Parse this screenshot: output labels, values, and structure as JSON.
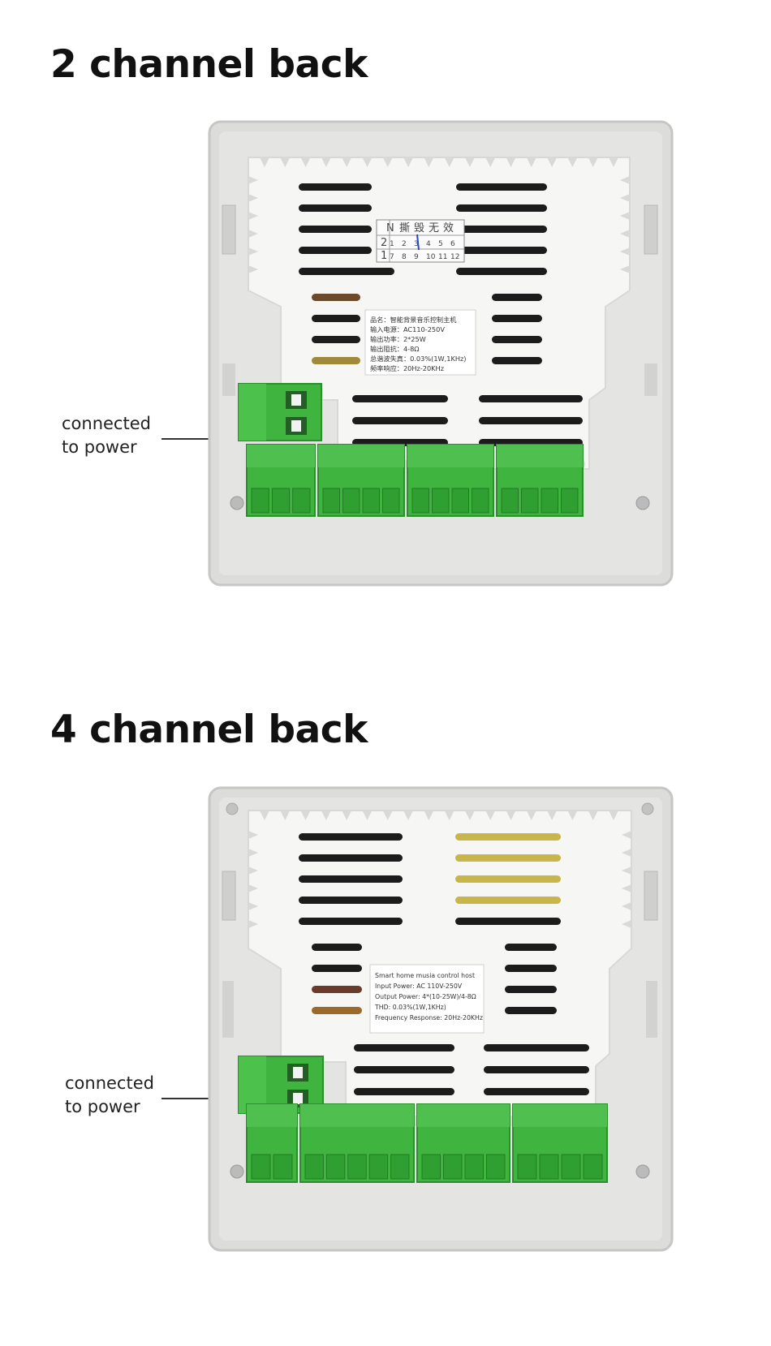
{
  "sections": [
    {
      "title": "2 channel back",
      "callout": [
        "connected",
        "to power"
      ],
      "sticker_lines": [
        "品名：智能背景音乐控制主机",
        "输入电源：AC110-250V",
        "输出功率：2*25W",
        "输出阻抗：4-8Ω",
        "总谐波失真：0.03%(1W,1KHz)",
        "频率响应：20Hz-20KHz"
      ],
      "void_header": [
        "N",
        "撕",
        "毁",
        "无",
        "效"
      ],
      "void_rows": [
        [
          "2",
          "1",
          "2",
          "3",
          "4",
          "5",
          "6"
        ],
        [
          "1",
          "7",
          "8",
          "9",
          "10",
          "11",
          "12"
        ]
      ]
    },
    {
      "title": "4 channel back",
      "callout": [
        "connected",
        "to power"
      ],
      "sticker_lines": [
        "Smart home musia control host",
        "Input Power: AC 110V-250V",
        "Output Power: 4*(10-25W)/4-8Ω",
        "THD: 0.03%(1W,1KHz)",
        "Frequency Response: 20Hz-20KHz"
      ]
    }
  ],
  "colors": {
    "terminal_green": "#3fb540",
    "terminal_dark": "#2a8f2c",
    "plastic_white": "#f6f6f4",
    "backplate_gray": "#d9d9d7"
  }
}
